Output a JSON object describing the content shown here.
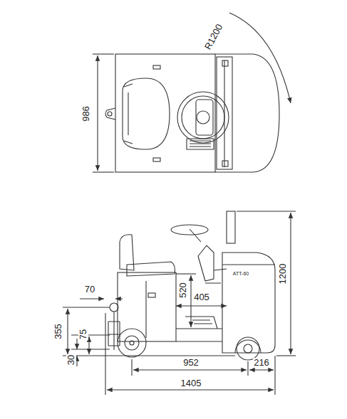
{
  "diagram": {
    "labels": [
      "R1200",
      "986",
      "520",
      "70",
      "405",
      "1200",
      "ATT-60",
      "355",
      "75",
      "30",
      "952",
      "216",
      "1405"
    ]
  }
}
